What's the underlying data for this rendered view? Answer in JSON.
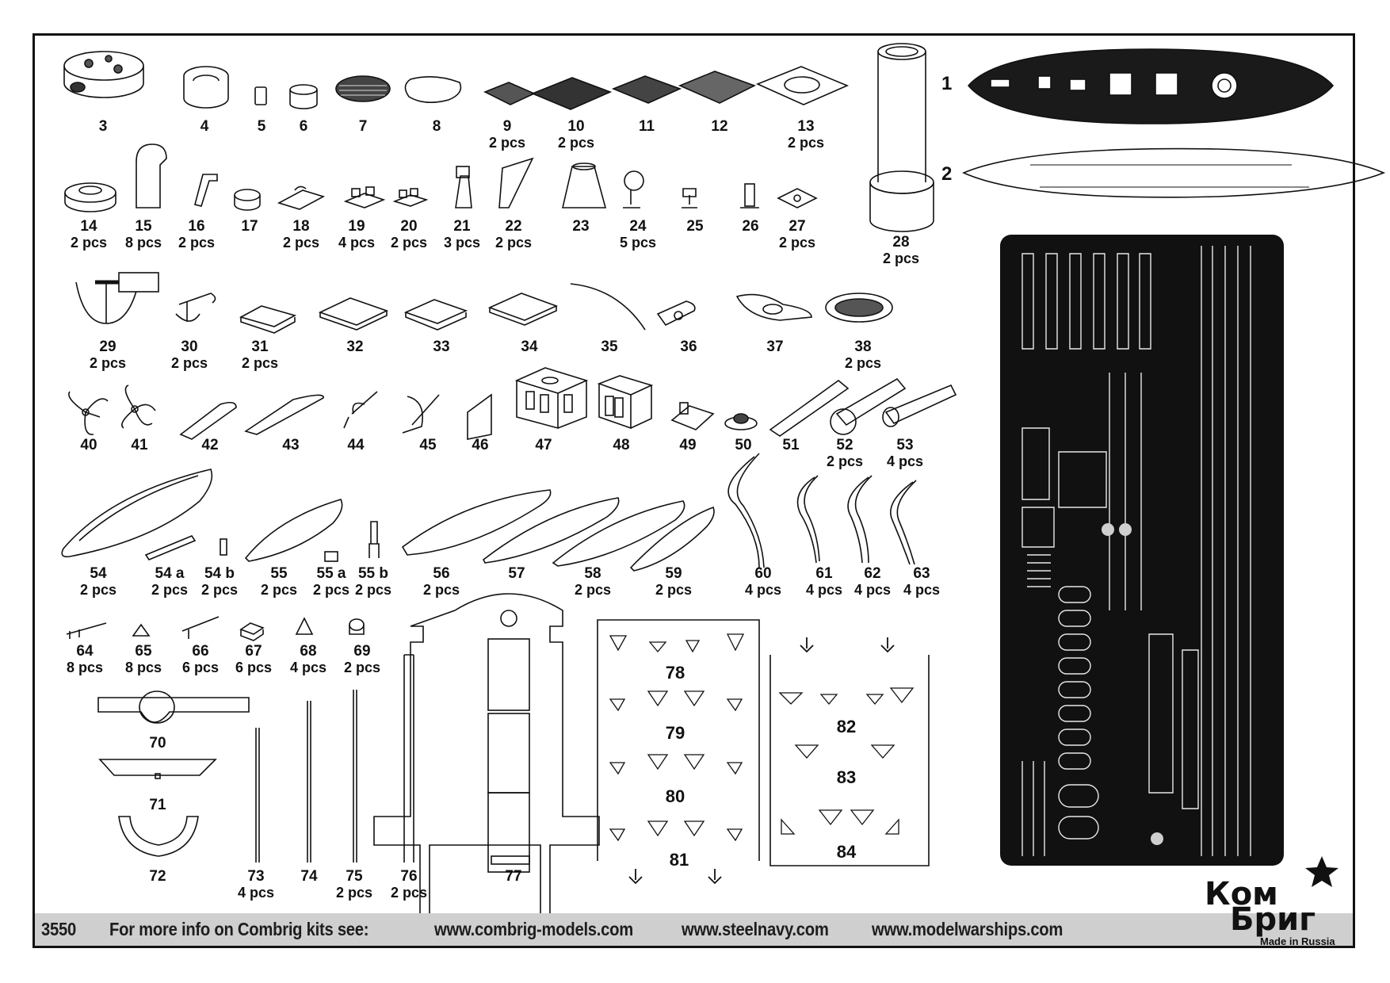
{
  "kit_number": "3550",
  "footer": {
    "info_text": "For more info on Combrig kits see:",
    "links": [
      "www.combrig-models.com",
      "www.steelnavy.com",
      "www.modelwarships.com"
    ]
  },
  "logo": {
    "line1": "Ком",
    "line2": "Бриг",
    "tagline": "Made in Russia"
  },
  "hull_labels": [
    "1",
    "2"
  ],
  "parts": [
    {
      "n": "3",
      "q": ""
    },
    {
      "n": "4",
      "q": ""
    },
    {
      "n": "5",
      "q": ""
    },
    {
      "n": "6",
      "q": ""
    },
    {
      "n": "7",
      "q": ""
    },
    {
      "n": "8",
      "q": ""
    },
    {
      "n": "9",
      "q": "2 pcs"
    },
    {
      "n": "10",
      "q": "2 pcs"
    },
    {
      "n": "11",
      "q": ""
    },
    {
      "n": "12",
      "q": ""
    },
    {
      "n": "13",
      "q": "2 pcs"
    },
    {
      "n": "14",
      "q": "2 pcs"
    },
    {
      "n": "15",
      "q": "8 pcs"
    },
    {
      "n": "16",
      "q": "2 pcs"
    },
    {
      "n": "17",
      "q": ""
    },
    {
      "n": "18",
      "q": "2 pcs"
    },
    {
      "n": "19",
      "q": "4 pcs"
    },
    {
      "n": "20",
      "q": "2 pcs"
    },
    {
      "n": "21",
      "q": "3 pcs"
    },
    {
      "n": "22",
      "q": "2 pcs"
    },
    {
      "n": "23",
      "q": ""
    },
    {
      "n": "24",
      "q": "5 pcs"
    },
    {
      "n": "25",
      "q": ""
    },
    {
      "n": "26",
      "q": ""
    },
    {
      "n": "27",
      "q": "2 pcs"
    },
    {
      "n": "28",
      "q": "2 pcs"
    },
    {
      "n": "29",
      "q": "2 pcs"
    },
    {
      "n": "30",
      "q": "2 pcs"
    },
    {
      "n": "31",
      "q": "2 pcs"
    },
    {
      "n": "32",
      "q": ""
    },
    {
      "n": "33",
      "q": ""
    },
    {
      "n": "34",
      "q": ""
    },
    {
      "n": "35",
      "q": ""
    },
    {
      "n": "36",
      "q": ""
    },
    {
      "n": "37",
      "q": ""
    },
    {
      "n": "38",
      "q": "2 pcs"
    },
    {
      "n": "40",
      "q": ""
    },
    {
      "n": "41",
      "q": ""
    },
    {
      "n": "42",
      "q": ""
    },
    {
      "n": "43",
      "q": ""
    },
    {
      "n": "44",
      "q": ""
    },
    {
      "n": "45",
      "q": ""
    },
    {
      "n": "46",
      "q": ""
    },
    {
      "n": "47",
      "q": ""
    },
    {
      "n": "48",
      "q": ""
    },
    {
      "n": "49",
      "q": ""
    },
    {
      "n": "50",
      "q": ""
    },
    {
      "n": "51",
      "q": ""
    },
    {
      "n": "52",
      "q": "2 pcs"
    },
    {
      "n": "53",
      "q": "4 pcs"
    },
    {
      "n": "54",
      "q": "2 pcs"
    },
    {
      "n": "54 a",
      "q": "2 pcs"
    },
    {
      "n": "54 b",
      "q": "2 pcs"
    },
    {
      "n": "55",
      "q": "2 pcs"
    },
    {
      "n": "55 a",
      "q": "2 pcs"
    },
    {
      "n": "55 b",
      "q": "2 pcs"
    },
    {
      "n": "56",
      "q": "2 pcs"
    },
    {
      "n": "57",
      "q": ""
    },
    {
      "n": "58",
      "q": "2 pcs"
    },
    {
      "n": "59",
      "q": "2 pcs"
    },
    {
      "n": "60",
      "q": "4 pcs"
    },
    {
      "n": "61",
      "q": "4 pcs"
    },
    {
      "n": "62",
      "q": "4 pcs"
    },
    {
      "n": "63",
      "q": "4 pcs"
    },
    {
      "n": "64",
      "q": "8 pcs"
    },
    {
      "n": "65",
      "q": "8 pcs"
    },
    {
      "n": "66",
      "q": "6 pcs"
    },
    {
      "n": "67",
      "q": "6 pcs"
    },
    {
      "n": "68",
      "q": "4 pcs"
    },
    {
      "n": "69",
      "q": "2 pcs"
    },
    {
      "n": "70",
      "q": ""
    },
    {
      "n": "71",
      "q": ""
    },
    {
      "n": "72",
      "q": ""
    },
    {
      "n": "73",
      "q": "4 pcs"
    },
    {
      "n": "74",
      "q": ""
    },
    {
      "n": "75",
      "q": "2 pcs"
    },
    {
      "n": "76",
      "q": "2 pcs"
    },
    {
      "n": "77",
      "q": ""
    }
  ],
  "boxed_labels": [
    "78",
    "79",
    "80",
    "81",
    "82",
    "83",
    "84"
  ]
}
